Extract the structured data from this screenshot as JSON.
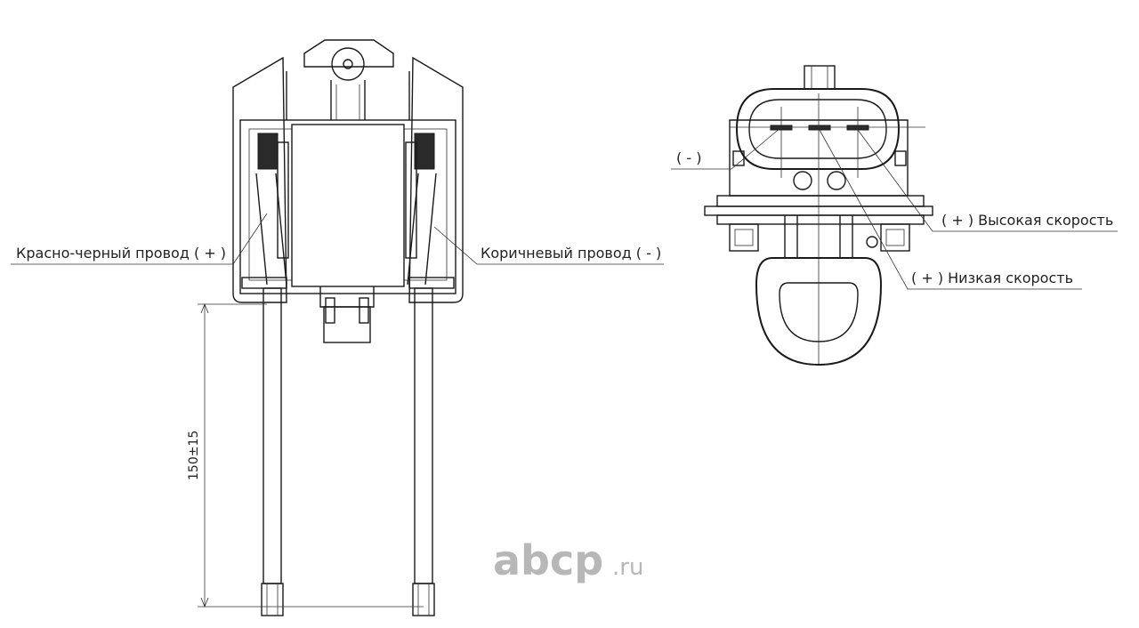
{
  "labels": {
    "red_black_wire": "Красно-черный провод ( + )",
    "brown_wire": "Коричневый провод ( - )",
    "minus": "( - )",
    "high_speed": "( + ) Высокая скорость",
    "low_speed": "( + ) Низкая скорость",
    "dimension": "150±15"
  },
  "watermark": {
    "brand": "abcp",
    "suffix": ".ru"
  },
  "colors": {
    "line": "#1a1a1a",
    "watermark": "#b7b7b7"
  }
}
